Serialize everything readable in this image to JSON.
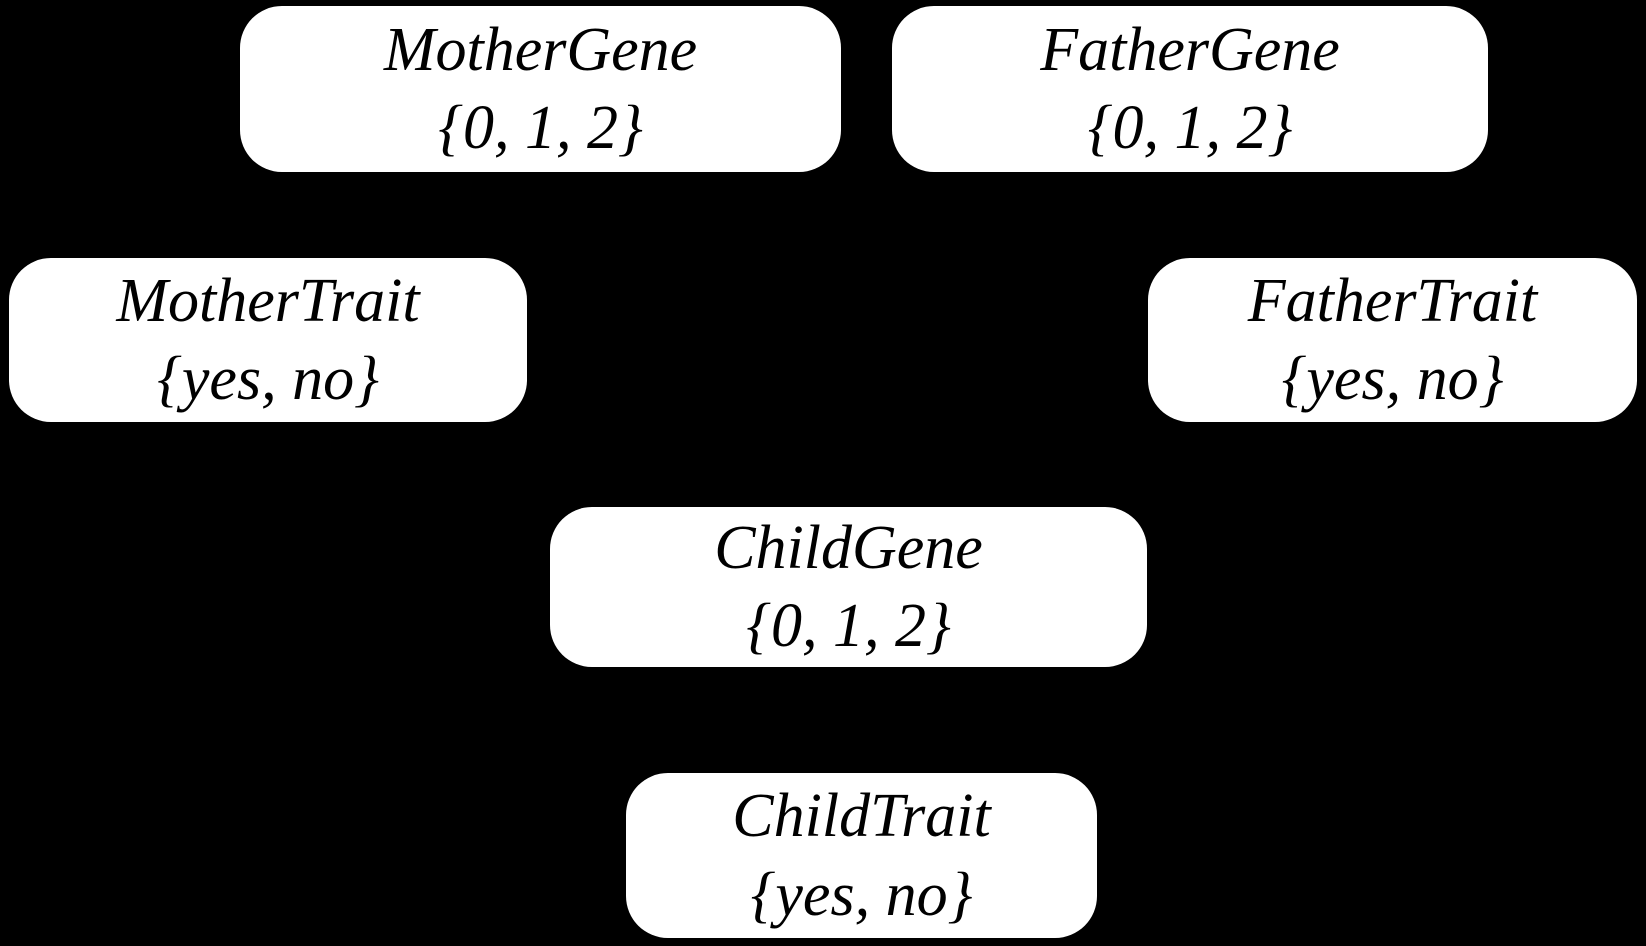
{
  "diagram": {
    "type": "bayesian-network",
    "colors": {
      "background": "#000000",
      "node_fill": "#ffffff",
      "node_text": "#000000"
    },
    "nodes": [
      {
        "id": "mother-gene",
        "name": "MotherGene",
        "domain": "{0, 1, 2}"
      },
      {
        "id": "father-gene",
        "name": "FatherGene",
        "domain": "{0, 1, 2}"
      },
      {
        "id": "mother-trait",
        "name": "MotherTrait",
        "domain": "{yes, no}"
      },
      {
        "id": "father-trait",
        "name": "FatherTrait",
        "domain": "{yes, no}"
      },
      {
        "id": "child-gene",
        "name": "ChildGene",
        "domain": "{0, 1, 2}"
      },
      {
        "id": "child-trait",
        "name": "ChildTrait",
        "domain": "{yes, no}"
      }
    ]
  }
}
